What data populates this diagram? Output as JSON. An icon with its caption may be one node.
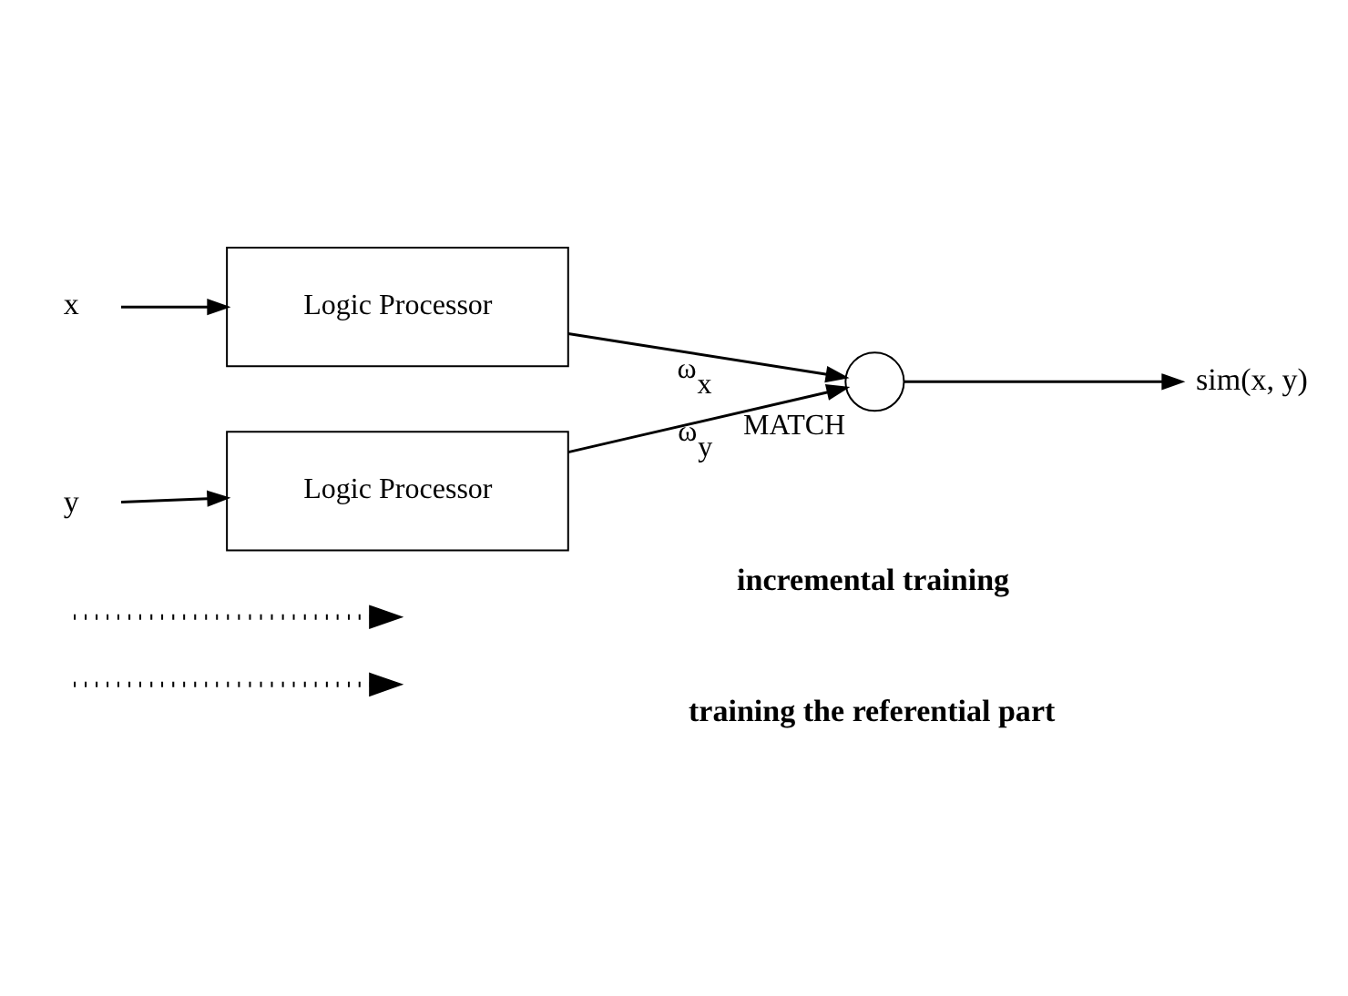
{
  "diagram": {
    "nodes": [
      {
        "text": [
          "x"
        ]
      },
      {
        "text": [
          "y"
        ]
      },
      {
        "text": [
          "Logic Processor"
        ]
      },
      {
        "text": [
          "Logic Processor"
        ]
      },
      {
        "text": [],
        "shape": "circle",
        "beside": [
          "MATCH"
        ]
      },
      {
        "text": [
          "sim(x, y)"
        ]
      }
    ],
    "edges": [
      {
        "from": 0,
        "to": 2,
        "arrow": "to"
      },
      {
        "from": 1,
        "to": 3,
        "arrow": "to"
      },
      {
        "from": 2,
        "to": 4,
        "arrow": "to",
        "label": "ω$_{x}$"
      },
      {
        "from": 3,
        "to": 4,
        "arrow": "to",
        "label": "ω$_{y}$"
      },
      {
        "from": 4,
        "to": 5,
        "arrow": "to"
      }
    ],
    "legend": [
      {
        "text": "incremental training"
      },
      {
        "text": "training the referential part"
      }
    ]
  }
}
